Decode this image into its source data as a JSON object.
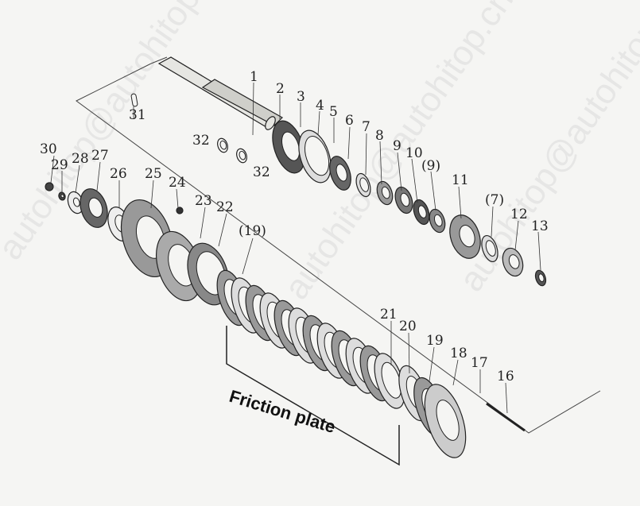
{
  "watermark": "autohitop@autohitop.cn",
  "labels": {
    "p1": "1",
    "p2": "2",
    "p3": "3",
    "p4": "4",
    "p5": "5",
    "p6": "6",
    "p7": "7",
    "p8": "8",
    "p9": "9",
    "p10": "10",
    "p9b": "(9)",
    "p11": "11",
    "p7b": "(7)",
    "p12": "12",
    "p13": "13",
    "p31": "31",
    "p32a": "32",
    "p32b": "32",
    "p30": "30",
    "p29": "29",
    "p28": "28",
    "p27": "27",
    "p26": "26",
    "p25": "25",
    "p24": "24",
    "p23": "23",
    "p22": "22",
    "p19b": "(19)",
    "p21": "21",
    "p20": "20",
    "p19": "19",
    "p18": "18",
    "p17": "17",
    "p16": "16"
  },
  "callout": "Friction plate",
  "colors": {
    "ink": "#222222",
    "paper": "#f5f5f3"
  }
}
